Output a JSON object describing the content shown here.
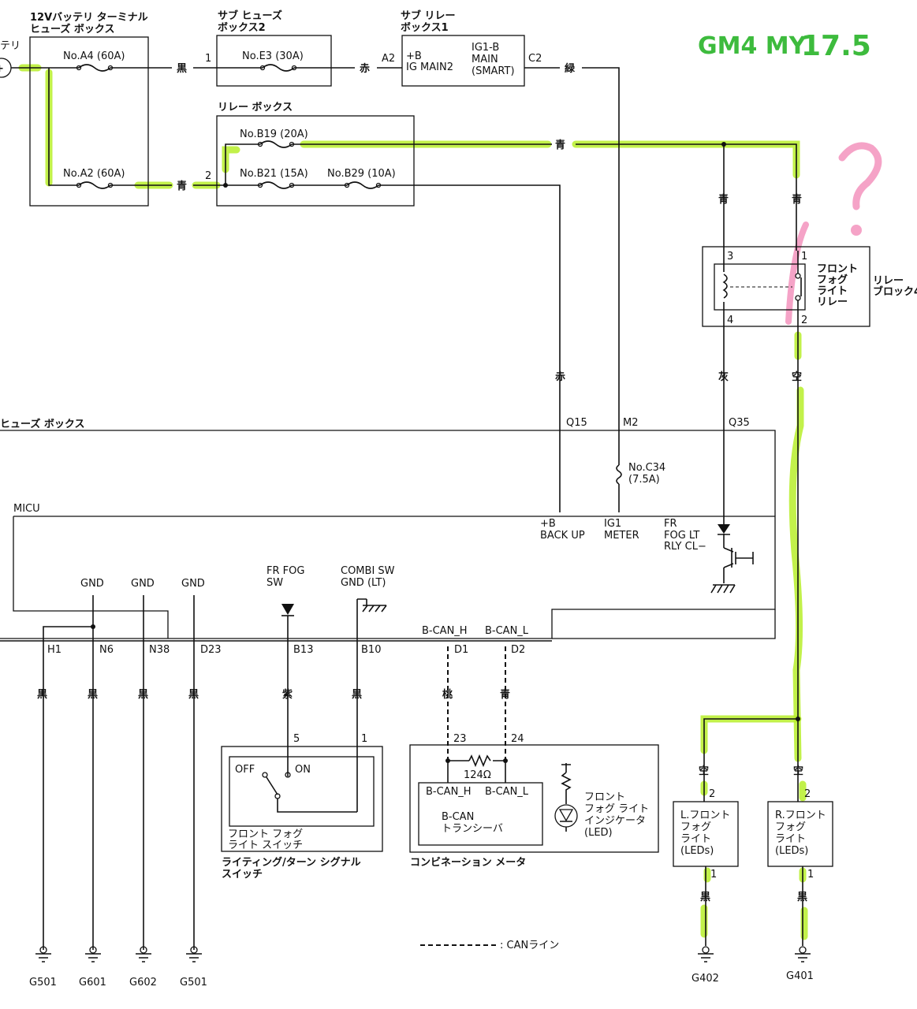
{
  "annotation": {
    "model": "GM4 MY",
    "version": "17.5",
    "question_mark": "?"
  },
  "blocks": {
    "battery_fuse_box": [
      "12Vバッテリ ターミナル",
      "ヒューズ ボックス"
    ],
    "battery_cut": "テリ",
    "sub_fuse_box2": [
      "サブ ヒューズ",
      "ボックス2"
    ],
    "sub_relay_box1": [
      "サブ リレー",
      "ボックス1"
    ],
    "relay_box": "リレー ボックス",
    "fuse_box_cut": "ヒューズ ボックス",
    "micu": "MICU",
    "relay_block": [
      "リレー",
      "ブロック4"
    ],
    "fog_relay": [
      "フロント",
      "フォグ",
      "ライト",
      "リレー"
    ],
    "lighting_switch": [
      "ライティング/ターン シグナル",
      "スイッチ"
    ],
    "fog_switch": [
      "フロント フォグ",
      "ライト スイッチ"
    ],
    "combination_meter": "コンビネーション メータ",
    "can_transceiver": [
      "B-CAN",
      "トランシーバ"
    ],
    "fog_indicator": [
      "フロント",
      "フォグ ライト",
      "インジケータ",
      "(LED)"
    ],
    "left_fog": [
      "L.フロント",
      "フォグ",
      "ライト",
      "(LEDs)"
    ],
    "right_fog": [
      "R.フロント",
      "フォグ",
      "ライト",
      "(LEDs)"
    ]
  },
  "fuses": {
    "a4": "No.A4 (60A)",
    "a2": "No.A2 (60A)",
    "e3": "No.E3 (30A)",
    "b19": "No.B19 (20A)",
    "b21": "No.B21 (15A)",
    "b29": "No.B29 (10A)",
    "c34": [
      "No.C34",
      "(7.5A)"
    ]
  },
  "relay_labels": [
    "+B",
    "IG MAIN2",
    "IG1-B",
    "MAIN",
    "(SMART)"
  ],
  "micu_labels": {
    "backup": [
      "+B",
      "BACK UP"
    ],
    "ig1": [
      "IG1",
      "METER"
    ],
    "fog_cl": [
      "FR",
      "FOG LT",
      "RLY CL−"
    ],
    "fr_fog_sw": [
      "FR FOG",
      "SW"
    ],
    "combi_gnd": [
      "COMBI SW",
      "GND (LT)"
    ],
    "gnd": "GND",
    "can_h": "B-CAN_H",
    "can_l": "B-CAN_L"
  },
  "pins": {
    "p1": "1",
    "a2": "A2",
    "c2": "C2",
    "p2": "2",
    "q15": "Q15",
    "m2": "M2",
    "q35": "Q35",
    "h1": "H1",
    "n6": "N6",
    "n38": "N38",
    "d23": "D23",
    "b13": "B13",
    "b10": "B10",
    "d1": "D1",
    "d2": "D2",
    "r3": "3",
    "r1": "1",
    "r4": "4",
    "r2": "2",
    "s5": "5",
    "s1": "1",
    "m23": "23",
    "m24": "24",
    "lf2": "2",
    "lf1": "1",
    "rf2": "2",
    "rf1": "1"
  },
  "wire_colors": {
    "black": "黒",
    "red": "赤",
    "green": "緑",
    "blue": "青",
    "gray": "灰",
    "sky": "空",
    "purple": "紫",
    "pink": "桃"
  },
  "switch": {
    "off": "OFF",
    "on": "ON"
  },
  "meter": {
    "can_h": "B-CAN_H",
    "can_l": "B-CAN_L",
    "resistor": "124Ω"
  },
  "grounds": [
    "G501",
    "G601",
    "G602",
    "G501",
    "G402",
    "G401"
  ],
  "legend": ": CANライン",
  "colors": {
    "highlight": "#b7ee2a",
    "annotation": "#3dbb3d",
    "question": "#f5a3c7"
  }
}
